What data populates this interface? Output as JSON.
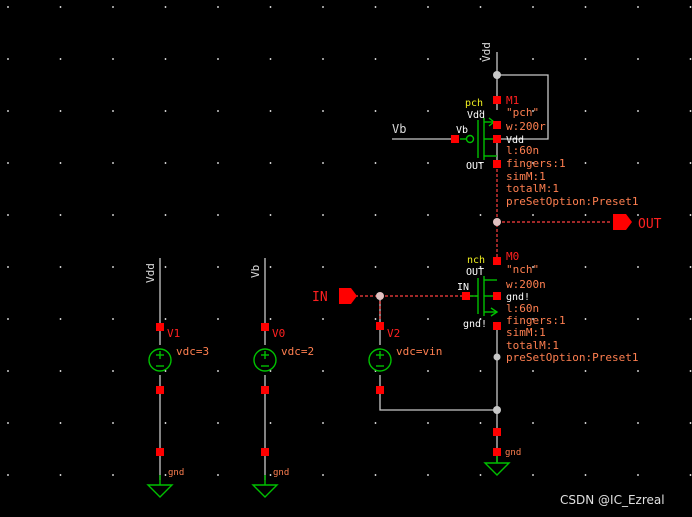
{
  "colors": {
    "background": "#000000",
    "wire": "#c8c8c8",
    "pin": "#ff0000",
    "instance_label": "#ff2020",
    "property": "#ff7f50",
    "device_symbol": "#00c000",
    "net_yellow": "#f0f020",
    "net_dashed": "#ff4040",
    "grid_dot": "#ffffff"
  },
  "m1": {
    "model_tag": "pch",
    "pin_source": "Vdd",
    "pin_gate": "Vb",
    "pin_bulk": "Vdd",
    "pin_drain": "OUT",
    "name": "M1",
    "model": "\"pch\"",
    "w": "w:200r",
    "l": "l:60n",
    "fingers": "fingers:1",
    "simm": "simM:1",
    "totalm": "totalM:1",
    "preset": "preSetOption:Preset1"
  },
  "m0": {
    "model_tag": "nch",
    "pin_drain": "OUT",
    "pin_gate": "IN",
    "pin_bulk": "gnd!",
    "pin_source": "gnd!",
    "name": "M0",
    "model": "\"nch\"",
    "w": "w:200n",
    "l": "l:60n",
    "fingers": "fingers:1",
    "simm": "simM:1",
    "totalm": "totalM:1",
    "preset": "preSetOption:Preset1"
  },
  "nets": {
    "vdd_top": "Vdd",
    "vb_left": "Vb",
    "out_port": "OUT",
    "in_port": "IN",
    "vdd_supply": "Vdd",
    "vb_supply": "Vb"
  },
  "sources": [
    {
      "name": "V1",
      "value": "vdc=3"
    },
    {
      "name": "V0",
      "value": "vdc=2"
    },
    {
      "name": "V2",
      "value": "vdc=vin"
    }
  ],
  "grounds": [
    "gnd",
    "gnd",
    "gnd"
  ],
  "watermark": "CSDN @IC_Ezreal"
}
